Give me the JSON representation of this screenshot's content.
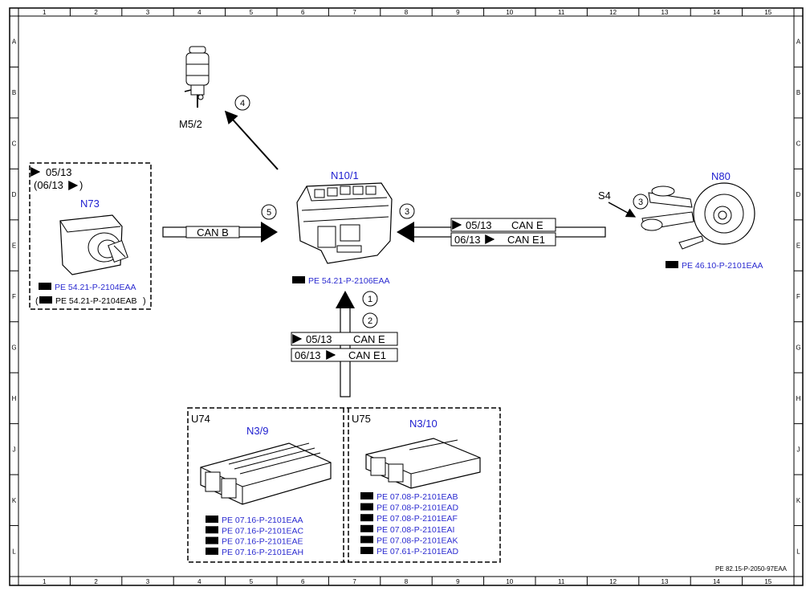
{
  "grid": {
    "columns": [
      "1",
      "2",
      "3",
      "4",
      "5",
      "6",
      "7",
      "8",
      "9",
      "10",
      "11",
      "12",
      "13",
      "14",
      "15"
    ],
    "rows": [
      "A",
      "B",
      "C",
      "D",
      "E",
      "F",
      "G",
      "H",
      "J",
      "K",
      "L"
    ]
  },
  "components": {
    "m52": {
      "label": "M5/2",
      "circle": "4"
    },
    "n101": {
      "label": "N10/1",
      "ref": "PE 54.21-P-2106EAA"
    },
    "n73": {
      "label": "N73",
      "date1": "05/13",
      "date2": "(06/13",
      "date2_end": ")",
      "ref1": "PE 54.21-P-2104EAA",
      "ref2": "PE 54.21-P-2104EAB",
      "ref2_open": "(",
      "ref2_close": ")"
    },
    "n80": {
      "label": "N80",
      "s4": "S4",
      "circle": "3",
      "ref": "PE 46.10-P-2101EAA"
    },
    "u74": {
      "label": "U74",
      "unit": "N3/9",
      "refs": [
        "PE 07.16-P-2101EAA",
        "PE 07.16-P-2101EAC",
        "PE 07.16-P-2101EAE",
        "PE 07.16-P-2101EAH"
      ]
    },
    "u75": {
      "label": "U75",
      "unit": "N3/10",
      "refs": [
        "PE 07.08-P-2101EAB",
        "PE 07.08-P-2101EAD",
        "PE 07.08-P-2101EAF",
        "PE 07.08-P-2101EAI",
        "PE 07.08-P-2101EAK",
        "PE 07.61-P-2101EAD"
      ]
    }
  },
  "buses": {
    "can_b": {
      "label": "CAN B",
      "circle": "5"
    },
    "right": {
      "circle": "3",
      "date1": "05/13",
      "bus1": "CAN E",
      "date2": "06/13",
      "bus2": "CAN E1"
    },
    "bottom": {
      "circle1": "1",
      "circle2": "2",
      "date1": "05/13",
      "bus1": "CAN E",
      "date2": "06/13",
      "bus2": "CAN E1"
    }
  },
  "drawing_number": "PE 82.15-P-2050-97EAA"
}
